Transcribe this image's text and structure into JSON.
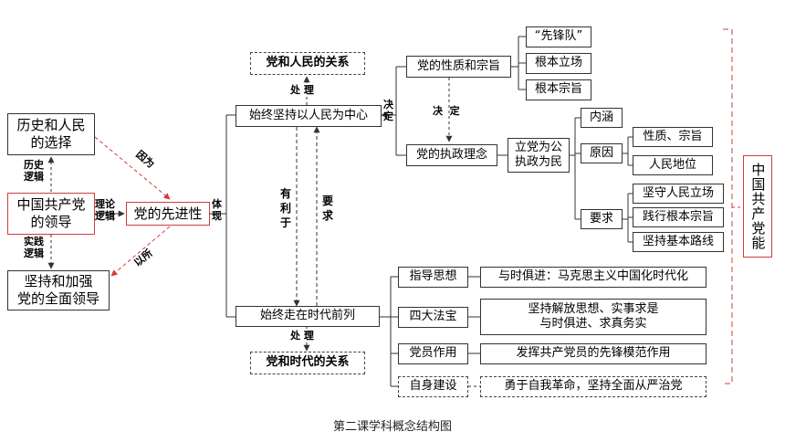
{
  "nodes": {
    "history_choice": "历史和人民\n的选择",
    "cpc_leadership": "中国共产党\n的领导",
    "uphold_leadership": "坚持和加强\n党的全面领导",
    "advanced_nature": "党的先进性",
    "people_centered": "始终坚持以人民为中心",
    "party_people_relation": "党和人民的关系",
    "nature_purpose": "党的性质和宗旨",
    "vanguard": "“先锋队”",
    "fundamental_stand": "根本立场",
    "fundamental_purpose": "根本宗旨",
    "governing_concept": "党的执政理念",
    "for_public": "立党为公\n执政为民",
    "connotation": "内涵",
    "reason": "原因",
    "nature_purpose_2": "性质、宗旨",
    "people_status": "人民地位",
    "requirement": "要求",
    "uphold_people_stand": "坚守人民立场",
    "practice_purpose": "践行根本宗旨",
    "uphold_basic_line": "坚持基本路线",
    "times_forefront": "始终走在时代前列",
    "party_era_relation": "党和时代的关系",
    "guiding_thought": "指导思想",
    "guiding_thought_text": "与时俱进：马克思主义中国化时代化",
    "four_treasures": "四大法宝",
    "four_treasures_text": "坚持解放思想、实事求是\n与时俱进、求真务实",
    "member_role": "党员作用",
    "member_role_text": "发挥共产党员的先锋模范作用",
    "self_building": "自身建设",
    "self_building_text": "勇于自我革命，坚持全面从严治党",
    "cpc_can": "中国共产党能"
  },
  "labels": {
    "history_logic": "历史\n逻辑",
    "practice_logic": "实践\n逻辑",
    "theory_logic": "理论\n逻辑",
    "because": "因为",
    "therefore": "以所",
    "embody": "体\n现",
    "handle_top": "处 理",
    "handle_bottom": "处 理",
    "decide_side": "决\n定",
    "decide_mid": "决  定",
    "beneficial": "有\n利\n于",
    "require": "要\n求"
  },
  "caption": "第二课学科概念结构图",
  "colors": {
    "accent_red": "#d23c3c",
    "line": "#333333"
  }
}
